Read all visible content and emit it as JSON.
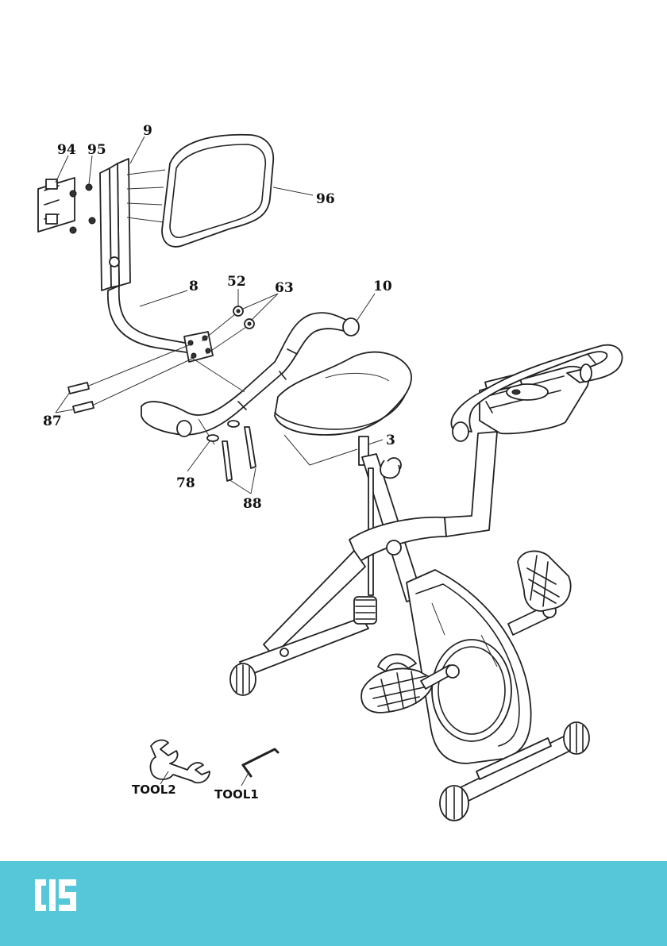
{
  "labels": {
    "p9": "9",
    "p94": "94",
    "p95": "95",
    "p96": "96",
    "p8": "8",
    "p52": "52",
    "p63": "63",
    "p10": "10",
    "p87": "87",
    "p3": "3",
    "p78": "78",
    "p88": "88"
  },
  "tools": {
    "tool1": "TOOL1",
    "tool2": "TOOL2"
  },
  "footer": {
    "logo_icon": "cs-logo-icon",
    "color": "#55c7d9"
  }
}
